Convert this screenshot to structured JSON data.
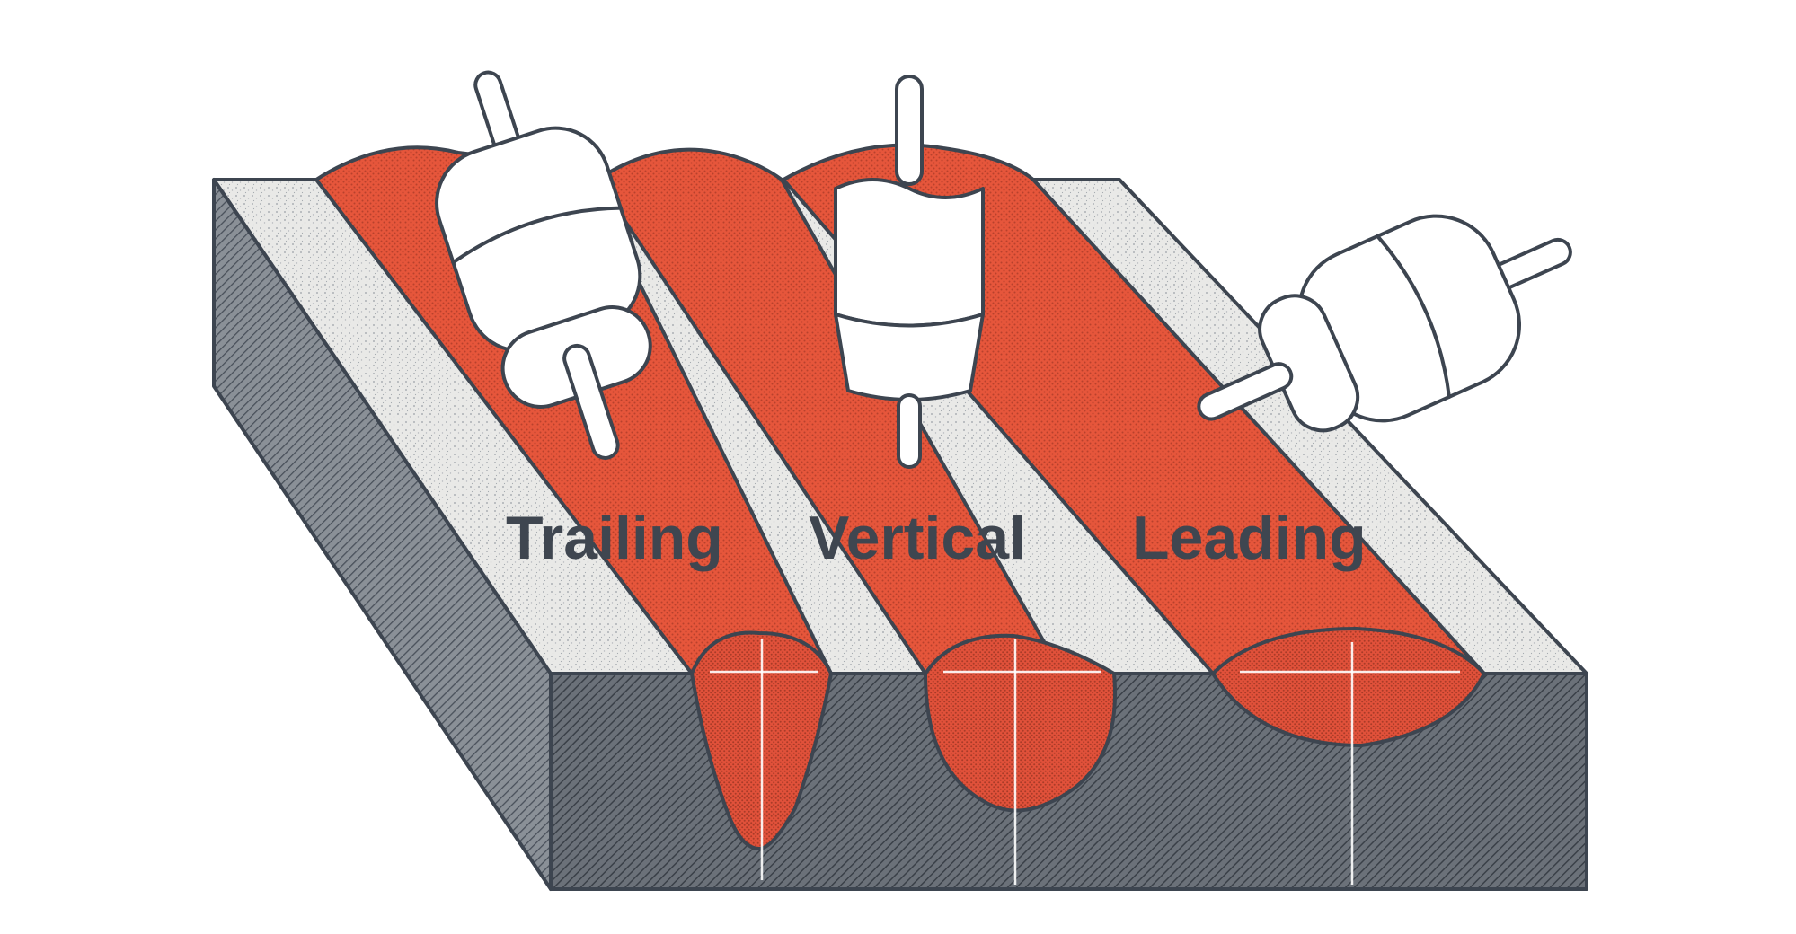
{
  "labels": {
    "trailing": "Trailing",
    "vertical": "Vertical",
    "leading": "Leading"
  },
  "icons": [
    "welding-torch-icon"
  ],
  "colors": {
    "outline": "#3d4550",
    "weld": "#e3543a",
    "weld_dark": "#c9432d",
    "surface": "#e7e7e5",
    "side": "#5b626b",
    "torch": "#ffffff"
  }
}
